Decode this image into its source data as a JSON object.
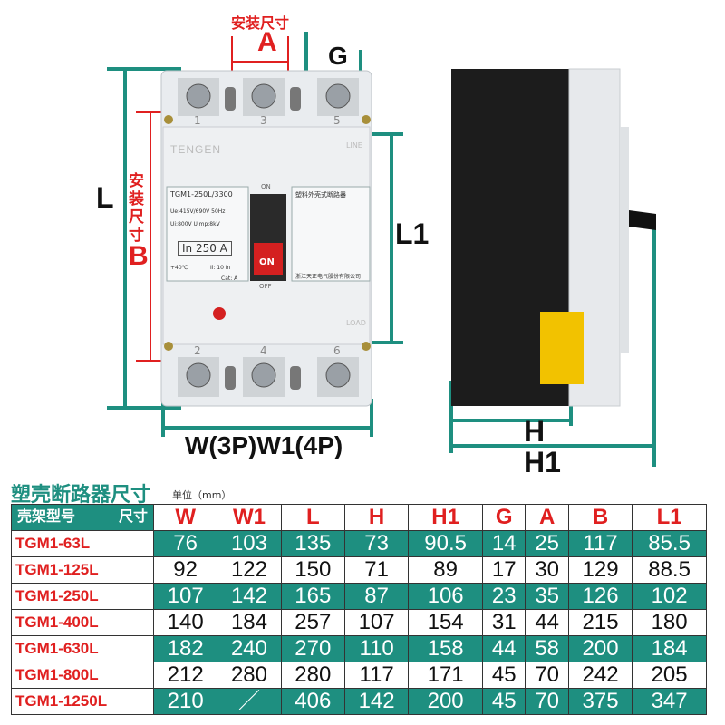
{
  "diagram": {
    "label_install_top": "安装尺寸",
    "label_A": "A",
    "label_G": "G",
    "label_L": "L",
    "label_install_side": "安装尺寸",
    "label_B": "B",
    "label_L1": "L1",
    "label_W": "W(3P)W1(4P)",
    "label_H": "H",
    "label_H1": "H1",
    "accent_color": "#1e8f80",
    "red_color": "#e02020"
  },
  "breaker": {
    "brand": "TENGEN",
    "line_label": "LINE",
    "load_label": "LOAD",
    "model_text": "TGM1-250L/3300",
    "spec_line1": "Ue:415V/690V 50Hz",
    "spec_line2": "Ui:800V  Uimp:8kV",
    "rating": "In 250 A",
    "temp": "+40℃",
    "in_range": "Ii: 10 In",
    "cat": "Cat: A",
    "on_label": "ON",
    "off_label": "OFF",
    "on_button": "ON",
    "title_cn": "塑料外壳式断路器",
    "company": "浙江天正电气股份有限公司",
    "terminals_top": [
      "1",
      "3",
      "5"
    ],
    "terminals_bottom": [
      "2",
      "4",
      "6"
    ]
  },
  "table": {
    "title": "塑壳断路器尺寸",
    "unit": "单位（mm）",
    "corner_left": "壳架型号",
    "corner_right": "尺寸",
    "headers": [
      "W",
      "W1",
      "L",
      "H",
      "H1",
      "G",
      "A",
      "B",
      "L1"
    ],
    "rows": [
      {
        "model": "TGM1-63L",
        "values": [
          "76",
          "103",
          "135",
          "73",
          "90.5",
          "14",
          "25",
          "117",
          "85.5"
        ]
      },
      {
        "model": "TGM1-125L",
        "values": [
          "92",
          "122",
          "150",
          "71",
          "89",
          "17",
          "30",
          "129",
          "88.5"
        ]
      },
      {
        "model": "TGM1-250L",
        "values": [
          "107",
          "142",
          "165",
          "87",
          "106",
          "23",
          "35",
          "126",
          "102"
        ]
      },
      {
        "model": "TGM1-400L",
        "values": [
          "140",
          "184",
          "257",
          "107",
          "154",
          "31",
          "44",
          "215",
          "180"
        ]
      },
      {
        "model": "TGM1-630L",
        "values": [
          "182",
          "240",
          "270",
          "110",
          "158",
          "44",
          "58",
          "200",
          "184"
        ]
      },
      {
        "model": "TGM1-800L",
        "values": [
          "212",
          "280",
          "280",
          "117",
          "171",
          "45",
          "70",
          "242",
          "205"
        ]
      },
      {
        "model": "TGM1-1250L",
        "values": [
          "210",
          "／",
          "406",
          "142",
          "200",
          "45",
          "70",
          "375",
          "347"
        ]
      }
    ]
  }
}
